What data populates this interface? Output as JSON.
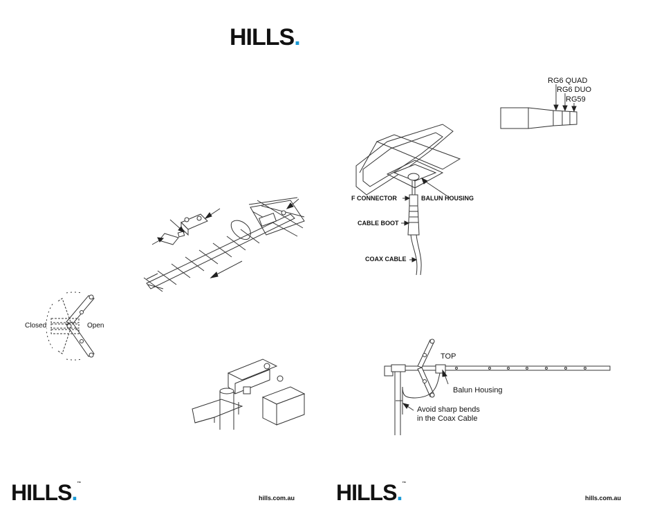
{
  "brand": {
    "logo_text": "HILLS",
    "logo_dot": ".",
    "trademark": "™",
    "accent_color": "#1a9ad6"
  },
  "footer_left": {
    "site": "hills.com.au"
  },
  "footer_right": {
    "site": "hills.com.au"
  },
  "cable_types": [
    "RG6 QUAD",
    "RG6 DUO",
    "RG59"
  ],
  "balun_diagram": {
    "f_connector": "F CONNECTOR",
    "balun_housing": "BALUN HOUSING",
    "cable_boot": "CABLE BOOT",
    "coax_cable": "COAX CABLE"
  },
  "folding_diagram": {
    "closed": "Closed",
    "open": "Open"
  },
  "mount_diagram": {
    "top": "TOP",
    "balun_housing": "Balun Housing",
    "warning_line1": "Avoid sharp bends",
    "warning_line2": "in the Coax Cable"
  }
}
